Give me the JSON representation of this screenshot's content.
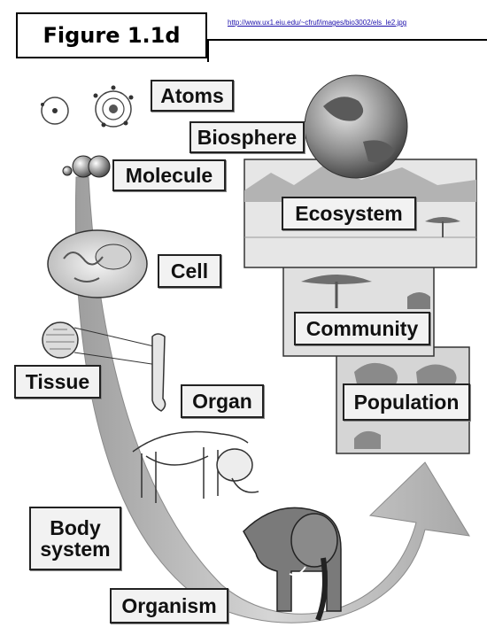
{
  "figure": {
    "label": "Figure 1.1d",
    "source_link": "http://www.ux1.eiu.edu/~cfruf/images/bio3002/els_le2.jpg"
  },
  "levels": {
    "atoms": "Atoms",
    "molecule": "Molecule",
    "cell": "Cell",
    "tissue": "Tissue",
    "organ": "Organ",
    "body_system_line1": "Body",
    "body_system_line2": "system",
    "organism": "Organism",
    "population": "Population",
    "community": "Community",
    "ecosystem": "Ecosystem",
    "biosphere": "Biosphere"
  },
  "colors": {
    "arrow": "#bdbdbd",
    "label_fill": "#f2f2f2",
    "link": "#1a0dab"
  }
}
